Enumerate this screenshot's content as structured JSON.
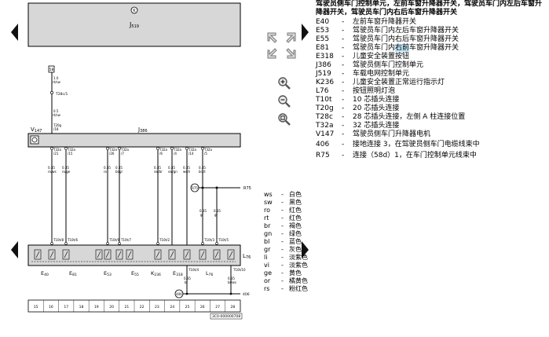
{
  "diagram": {
    "top_control_unit": {
      "label": "J",
      "sub": "519"
    },
    "mid_control_unit": {
      "label": "J",
      "sub": "386"
    },
    "motor_label": {
      "label": "V",
      "sub": "147"
    },
    "ground_symbol": "K",
    "fuse_label": "58",
    "fuse_wire": [
      "1.0",
      "rt/sw"
    ],
    "connector_T28c": "T28c/1",
    "fuse_wire_lower": [
      "0.5",
      "rt/sw"
    ],
    "connector_T20g": [
      "T20g",
      "/18"
    ],
    "connectors_top": [
      [
        "T32a",
        "/21"
      ],
      [
        "T32a",
        "/15"
      ],
      [
        "T32a",
        "/26"
      ],
      [
        "T32a",
        "/7"
      ],
      [
        "T32a",
        "/6"
      ],
      [
        "T32a",
        "/4"
      ],
      [
        "T32a",
        "/14"
      ],
      [
        "T32a",
        "/5"
      ]
    ],
    "wires": [
      [
        "0.35",
        "ro/ws"
      ],
      [
        "0.35",
        "ro/ge"
      ],
      [
        "0.35",
        "ro"
      ],
      [
        "0.35",
        "bl/gr"
      ],
      [
        "0.35",
        "sw/br"
      ],
      [
        "0.35",
        "sw/gn"
      ],
      [
        "0.35",
        "ws/li"
      ],
      [
        "0.35",
        "br/rt"
      ]
    ],
    "wire_gr": [
      "0.35",
      "gr"
    ],
    "wire_gr2": [
      "0.35",
      "gr"
    ],
    "node_R75": "R75",
    "label_R75": "R75",
    "connectors_bottom": [
      "T10t/8",
      "T10t/6",
      "T10t/9",
      "T10t/7",
      "T10t/2",
      "T10t/3",
      "T10t/5"
    ],
    "component_labels": [
      {
        "label": "E",
        "sub": "40"
      },
      {
        "label": "E",
        "sub": "81"
      },
      {
        "label": "E",
        "sub": "53"
      },
      {
        "label": "E",
        "sub": "55"
      },
      {
        "label": "K",
        "sub": "236"
      },
      {
        "label": "E",
        "sub": "318"
      },
      {
        "label": "L",
        "sub": "76"
      }
    ],
    "side_label": {
      "label": "L",
      "sub": "76"
    },
    "lower_connectors": [
      "T10t/4",
      "T10t/10"
    ],
    "lower_wires": [
      [
        "0.35",
        "br"
      ],
      [
        "0.35",
        "br/ws"
      ]
    ],
    "ground_406": "406",
    "ground_406_right": "406",
    "ruler": [
      "15",
      "16",
      "17",
      "18",
      "19",
      "20",
      "21",
      "22",
      "23",
      "24",
      "25",
      "26",
      "27",
      "28"
    ],
    "doc_code": "3C0-000000708"
  },
  "legend": {
    "title": "驾驶员侧车门控制单元，左前车窗升降器开关，驾驶员车门内左后车窗升降器开关，驾驶员车门内右后车窗升降器开关",
    "dash": "-",
    "items": [
      {
        "code": "E40",
        "desc": "左前车窗升降器开关"
      },
      {
        "code": "E53",
        "desc": "驾驶员车门内左后车窗升降器开关"
      },
      {
        "code": "E55",
        "desc": "驾驶员车门内右后车窗升降器开关"
      },
      {
        "code": "E81",
        "desc_pre": "驾驶员车门内",
        "desc_hl": "右前",
        "desc_post": "车窗升降器开关"
      },
      {
        "code": "E318",
        "desc": "儿童安全装置按钮"
      },
      {
        "code": "J386",
        "desc": "驾驶员侧车门控制单元"
      },
      {
        "code": "J519",
        "desc": "车载电网控制单元"
      },
      {
        "code": "K236",
        "desc": "儿童安全装置正常运行指示灯"
      },
      {
        "code": "L76",
        "desc": "按钮照明灯泡"
      },
      {
        "code": "T10t",
        "desc": "10 芯插头连接"
      },
      {
        "code": "T20g",
        "desc": "20 芯插头连接"
      },
      {
        "code": "T28c",
        "desc": "28 芯插头连接，左侧 A 柱连接位置"
      },
      {
        "code": "T32a",
        "desc": "32 芯插头连接"
      },
      {
        "code": "V147",
        "desc": "驾驶员侧车门升降器电机"
      },
      {
        "code": "406",
        "desc": "接地连接 3，在驾驶员侧车门电缆线束中"
      },
      {
        "code": "R75",
        "desc": "连接（58d）1，在车门控制单元线束中"
      }
    ],
    "colors": [
      {
        "code": "ws",
        "name": "白色"
      },
      {
        "code": "sw",
        "name": "黑色"
      },
      {
        "code": "ro",
        "name": "红色"
      },
      {
        "code": "rt",
        "name": "红色"
      },
      {
        "code": "br",
        "name": "褐色"
      },
      {
        "code": "gn",
        "name": "绿色"
      },
      {
        "code": "bl",
        "name": "蓝色"
      },
      {
        "code": "gr",
        "name": "灰色"
      },
      {
        "code": "li",
        "name": "淡紫色"
      },
      {
        "code": "vi",
        "name": "淡紫色"
      },
      {
        "code": "ge",
        "name": "黄色"
      },
      {
        "code": "or",
        "name": "橘黄色"
      },
      {
        "code": "rs",
        "name": "粉红色"
      }
    ]
  },
  "ui_icons": [
    "arrow-left",
    "arrow-right",
    "pan-nw",
    "pan-ne",
    "pan-sw",
    "pan-se",
    "zoom-in",
    "zoom-out",
    "zoom-fit"
  ]
}
